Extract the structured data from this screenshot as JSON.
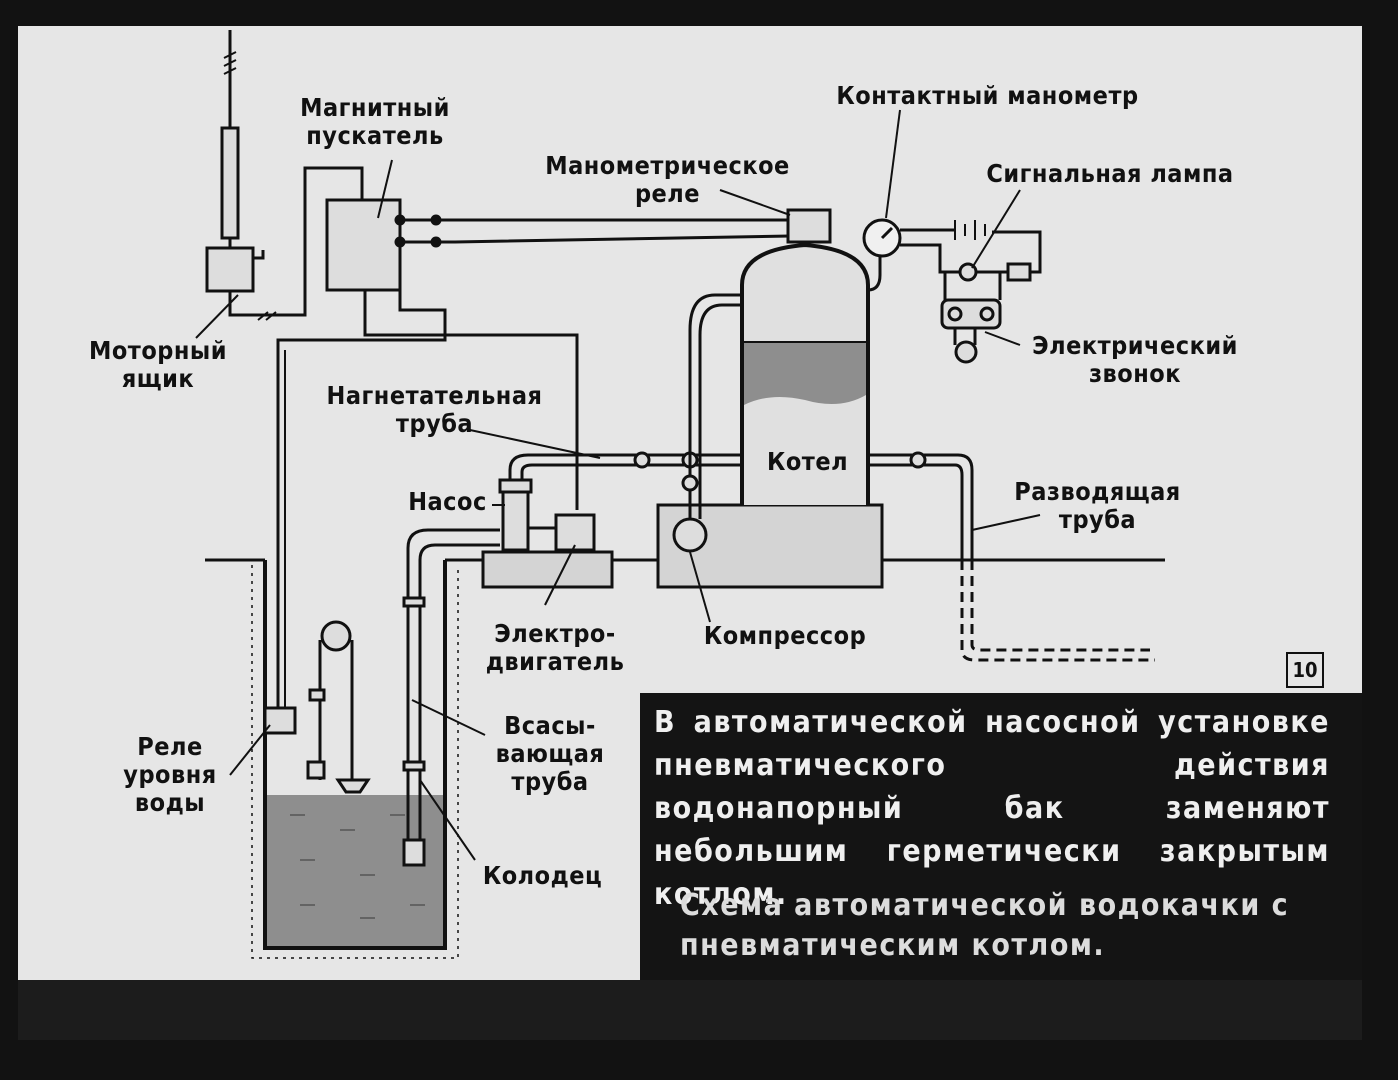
{
  "labels": {
    "motor_box": [
      "Моторный",
      "ящик"
    ],
    "magnetic_starter": [
      "Магнитный",
      "пускатель"
    ],
    "pressure_relay": [
      "Манометрическое",
      "реле"
    ],
    "contact_gauge": "Контактный манометр",
    "signal_lamp": "Сигнальная лампа",
    "electric_bell": [
      "Электрический",
      "звонок"
    ],
    "discharge_pipe": [
      "Нагнетательная",
      "труба"
    ],
    "pump": "Насос",
    "boiler": "Котел",
    "distribution_pipe": [
      "Разводящая",
      "труба"
    ],
    "electric_motor": [
      "Электро-",
      "двигатель"
    ],
    "compressor": "Компрессор",
    "water_level_relay": [
      "Реле",
      "уровня",
      "воды"
    ],
    "suction_pipe": [
      "Всасы-",
      "вающая",
      "труба"
    ],
    "well": "Колодец"
  },
  "page_number": "10",
  "caption": {
    "main": "В автоматической насосной установке пневматического действия водонапорный бак заменяют небольшим герметически закрытым котлом.",
    "sub": "Схема автоматической водокачки с пневматическим котлом."
  }
}
